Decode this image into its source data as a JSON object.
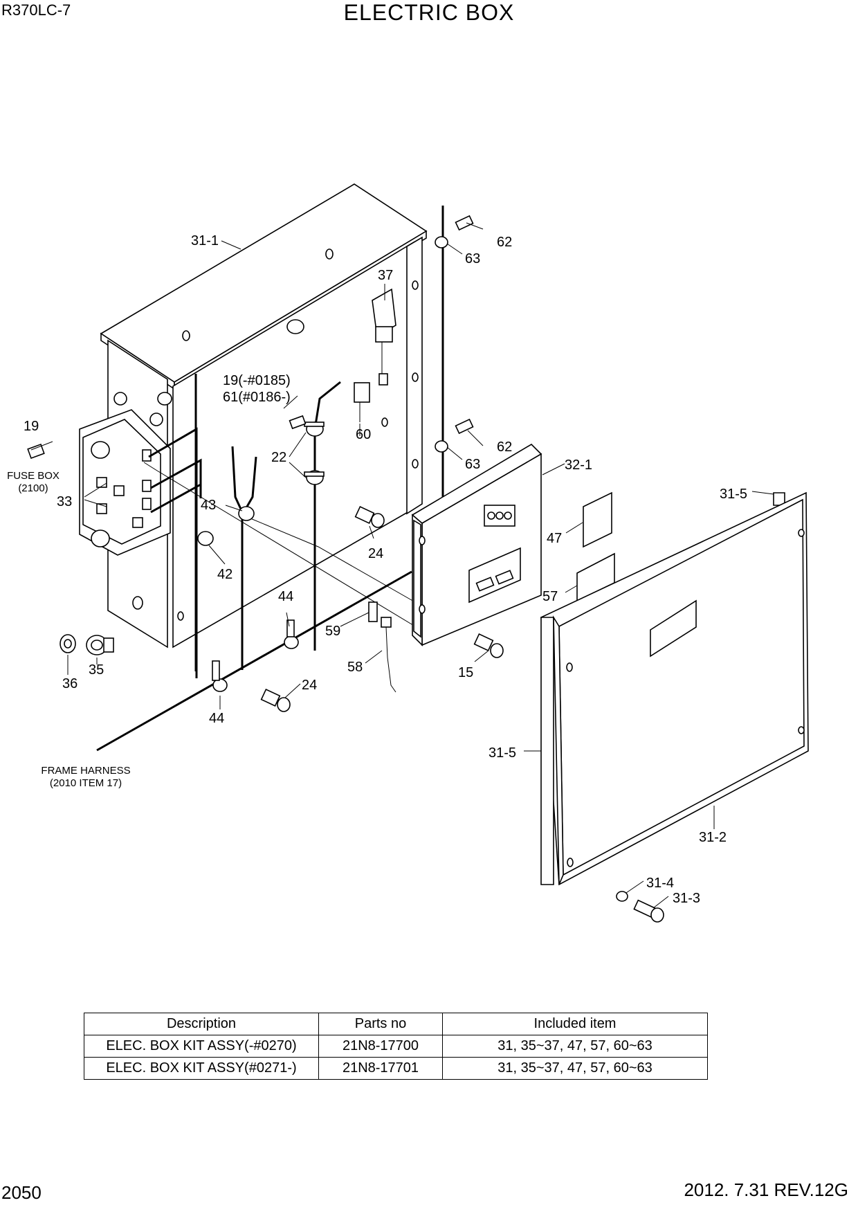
{
  "header": {
    "model": "R370LC-7",
    "title": "ELECTRIC BOX"
  },
  "callouts": {
    "c31_1": "31-1",
    "c62a": "62",
    "c63a": "63",
    "c37": "37",
    "c19_61a": "19(-#0185)",
    "c19_61b": "61(#0186-)",
    "c19": "19",
    "c60": "60",
    "c62b": "62",
    "c63b": "63",
    "c32_1": "32-1",
    "c31_5a": "31-5",
    "c22": "22",
    "c33": "33",
    "c43": "43",
    "c24a": "24",
    "c47": "47",
    "c42": "42",
    "c57": "57",
    "c44a": "44",
    "c59": "59",
    "c35": "35",
    "c36": "36",
    "c58": "58",
    "c15": "15",
    "c24b": "24",
    "c44b": "44",
    "c31_5b": "31-5",
    "c31_2": "31-2",
    "c31_4": "31-4",
    "c31_3": "31-3"
  },
  "notes": {
    "fuse_box_1": "FUSE BOX",
    "fuse_box_2": "(2100)",
    "frame_harness_1": "FRAME HARNESS",
    "frame_harness_2": "(2010 ITEM 17)"
  },
  "parts_table": {
    "headers": [
      "Description",
      "Parts no",
      "Included item"
    ],
    "rows": [
      [
        "ELEC. BOX KIT ASSY(-#0270)",
        "21N8-17700",
        "31, 35~37, 47, 57, 60~63"
      ],
      [
        "ELEC. BOX KIT ASSY(#0271-)",
        "21N8-17701",
        "31, 35~37, 47, 57, 60~63"
      ]
    ]
  },
  "footer": {
    "page": "2050",
    "revision": "2012. 7.31  REV.12G"
  }
}
